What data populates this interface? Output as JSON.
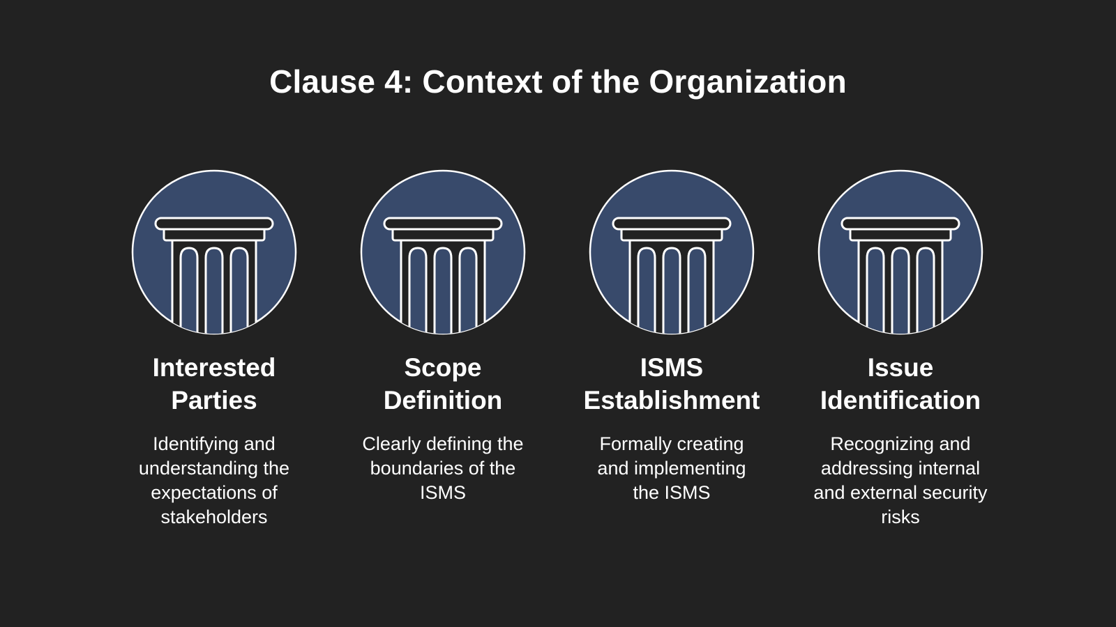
{
  "title": "Clause 4: Context of the Organization",
  "colors": {
    "background": "#222222",
    "circle_fill": "#384a6b",
    "outline": "#ffffff",
    "text": "#ffffff"
  },
  "pillars": [
    {
      "icon": "pillar-icon",
      "heading": "Interested\nParties",
      "description": "Identifying and\nunderstanding the\nexpectations of\nstakeholders"
    },
    {
      "icon": "pillar-icon",
      "heading": "Scope\nDefinition",
      "description": "Clearly defining the\nboundaries of the\nISMS"
    },
    {
      "icon": "pillar-icon",
      "heading": "ISMS\nEstablishment",
      "description": "Formally creating\nand implementing\nthe ISMS"
    },
    {
      "icon": "pillar-icon",
      "heading": "Issue\nIdentification",
      "description": "Recognizing and\naddressing internal\nand external security\nrisks"
    }
  ]
}
